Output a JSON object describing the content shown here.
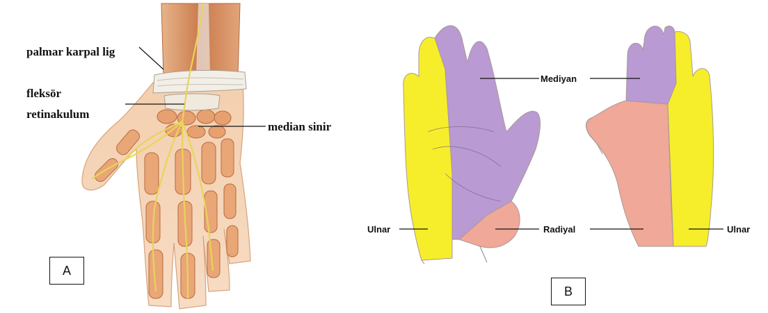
{
  "panel_a": {
    "letter": "A",
    "labels": {
      "palmar_carpal_lig": "palmar karpal lig",
      "flexor_retinaculum_1": "fleksör",
      "flexor_retinaculum_2": "retinakulum",
      "median_nerve": "median sinir"
    }
  },
  "panel_b": {
    "letter": "B",
    "labels": {
      "median": "Mediyan",
      "ulnar_left": "Ulnar",
      "radial": "Radiyal",
      "ulnar_right": "Ulnar"
    }
  },
  "colors": {
    "median_zone": "#b99ad2",
    "ulnar_zone": "#f6ee2a",
    "radial_zone": "#f0a898",
    "skin": "#f2c9a6",
    "nerve": "#f0e070"
  }
}
